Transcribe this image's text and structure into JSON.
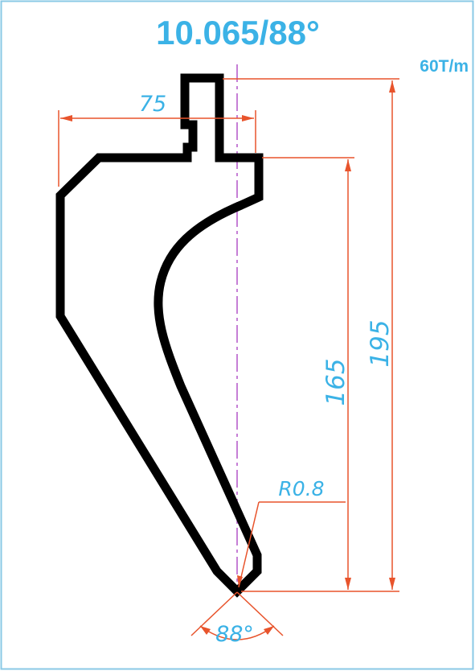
{
  "title": "10.065/88°",
  "tonnage": "60T/m",
  "dimensions": {
    "width": "75",
    "total_height": "195",
    "body_height": "165",
    "radius": "R0.8",
    "angle": "88°"
  },
  "colors": {
    "title": "#3bb2e6",
    "dimension_line": "#e8542c",
    "dimension_text": "#3bb2e6",
    "profile": "#000000",
    "center_line": "#b455c8",
    "frame": "#8ac9e6"
  }
}
